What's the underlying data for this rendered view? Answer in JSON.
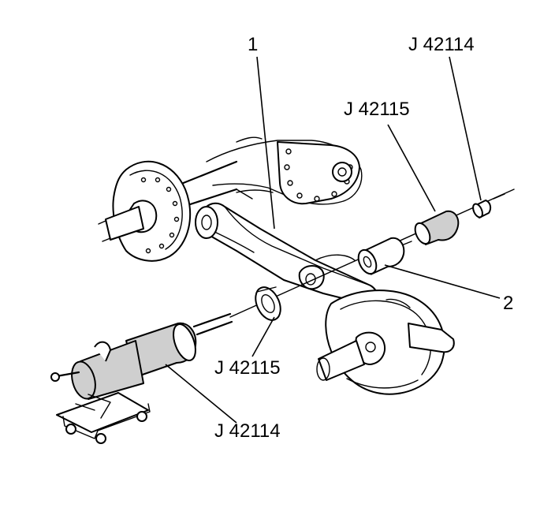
{
  "callouts": {
    "item_1": "1",
    "item_2": "2",
    "tool_j42114_top": "J 42114",
    "tool_j42115_top": "J 42115",
    "tool_j42115_bottom": "J 42115",
    "tool_j42114_bottom": "J 42114"
  }
}
